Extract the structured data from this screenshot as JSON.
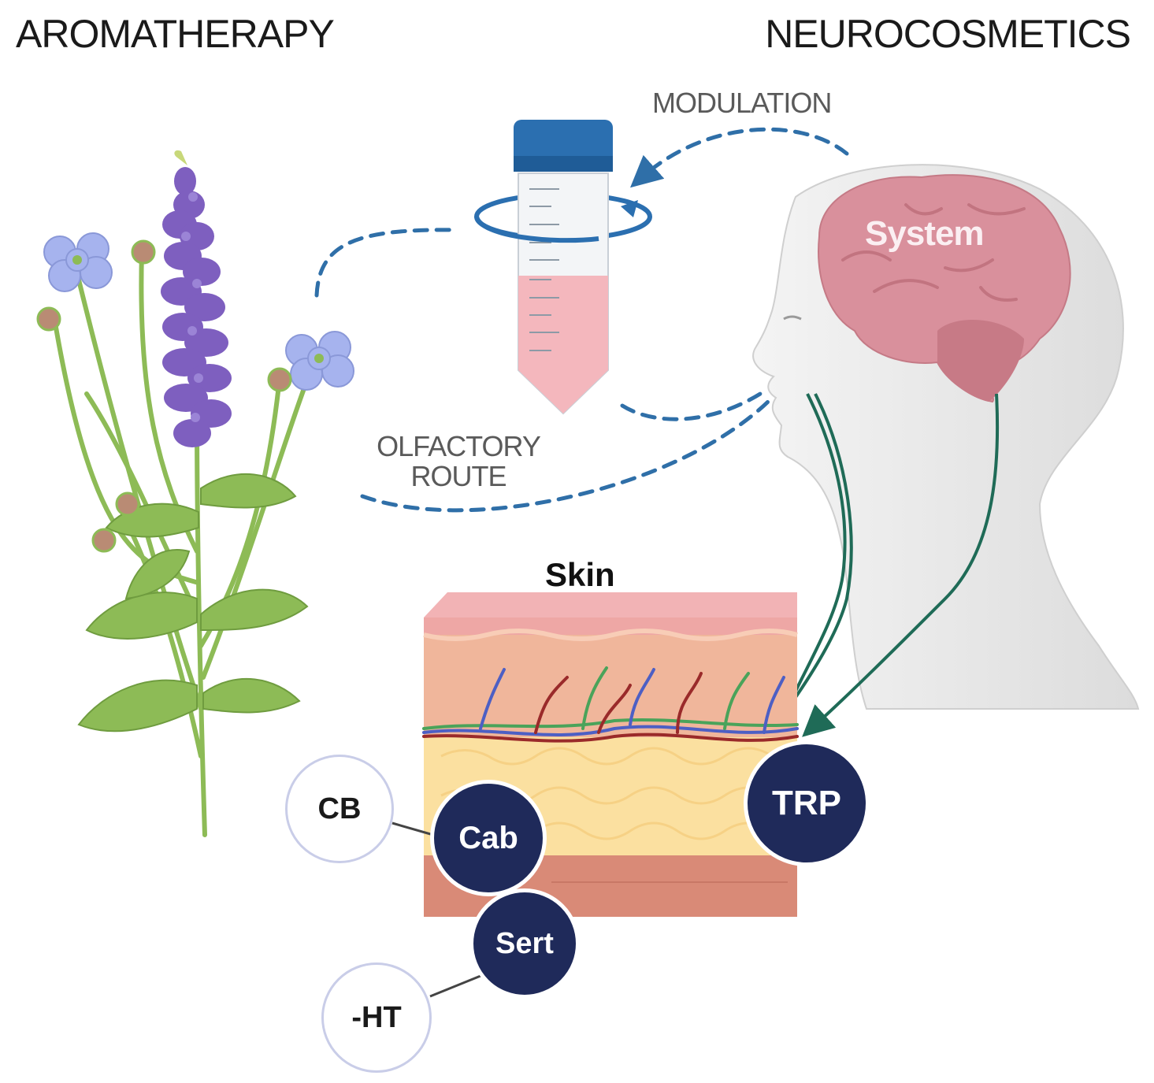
{
  "titles": {
    "left": "AROMATHERAPY",
    "right": "NEUROCOSMETICS"
  },
  "labels": {
    "modulation": "MODULATION",
    "olfactory_line1": "OLFACTORY",
    "olfactory_line2": "ROUTE",
    "skin": "Skin",
    "system": "System"
  },
  "receptors": {
    "cb": "CB",
    "cab": "Cab",
    "trp": "TRP",
    "sert": "Sert",
    "ht": "-HT"
  },
  "colors": {
    "dashed_route": "#2f6fa8",
    "nerve_arrow": "#1f6b57",
    "receptor_dark": "#1f2a5a",
    "receptor_light_border": "#c9cde8",
    "brain": "#d9909c",
    "tube_cap": "#2b6fb0",
    "tube_liquid": "#f4b7bd",
    "flower_purple": "#7e5fbf",
    "flower_blue": "#a6b3ee",
    "leaf_green": "#8dbb56",
    "skin_top": "#eea7a5",
    "skin_mid": "#f0b69b",
    "skin_fat": "#fbe0a0",
    "skin_bottom": "#d98a77"
  },
  "icons": [
    "plant-icon",
    "tube-icon",
    "head-icon",
    "brain-icon",
    "skin-block-icon"
  ]
}
